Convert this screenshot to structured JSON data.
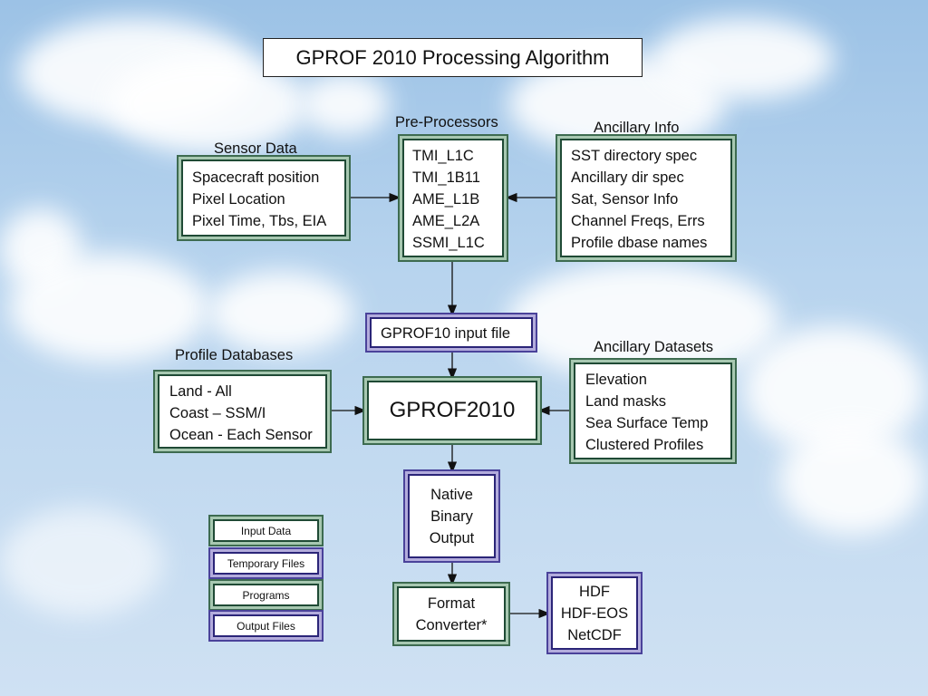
{
  "title": "GPROF 2010 Processing Algorithm",
  "sensor_data": {
    "label": "Sensor Data",
    "lines": [
      "Spacecraft position",
      "Pixel Location",
      "Pixel Time, Tbs, EIA"
    ]
  },
  "pre_processors": {
    "label": "Pre-Processors",
    "lines": [
      "TMI_L1C",
      "TMI_1B11",
      "AME_L1B",
      "AME_L2A",
      "SSMI_L1C"
    ]
  },
  "ancillary_info": {
    "label": "Ancillary Info",
    "lines": [
      "SST directory spec",
      "Ancillary dir spec",
      "Sat, Sensor Info",
      "Channel Freqs, Errs",
      "Profile dbase names"
    ]
  },
  "input_file": "GPROF10 input file",
  "profile_databases": {
    "label": "Profile Databases",
    "lines": [
      "Land - All",
      "Coast – SSM/I",
      "Ocean - Each Sensor"
    ]
  },
  "gprof": "GPROF2010",
  "ancillary_datasets": {
    "label": "Ancillary Datasets",
    "lines": [
      "Elevation",
      "Land masks",
      "Sea Surface Temp",
      "Clustered Profiles"
    ]
  },
  "native_output": [
    "Native",
    "Binary",
    "Output"
  ],
  "format_converter": [
    "Format",
    "Converter*"
  ],
  "output_formats": [
    "HDF",
    "HDF-EOS",
    "NetCDF"
  ],
  "legend": {
    "input": "Input Data",
    "temporary": "Temporary Files",
    "programs": "Programs",
    "output": "Output Files"
  },
  "colors": {
    "input_border": "#3d6b50",
    "temporary_border": "#4a429a",
    "program_border": "#3d6b50",
    "output_border": "#4a429a",
    "sky": "#9cc2e6"
  }
}
